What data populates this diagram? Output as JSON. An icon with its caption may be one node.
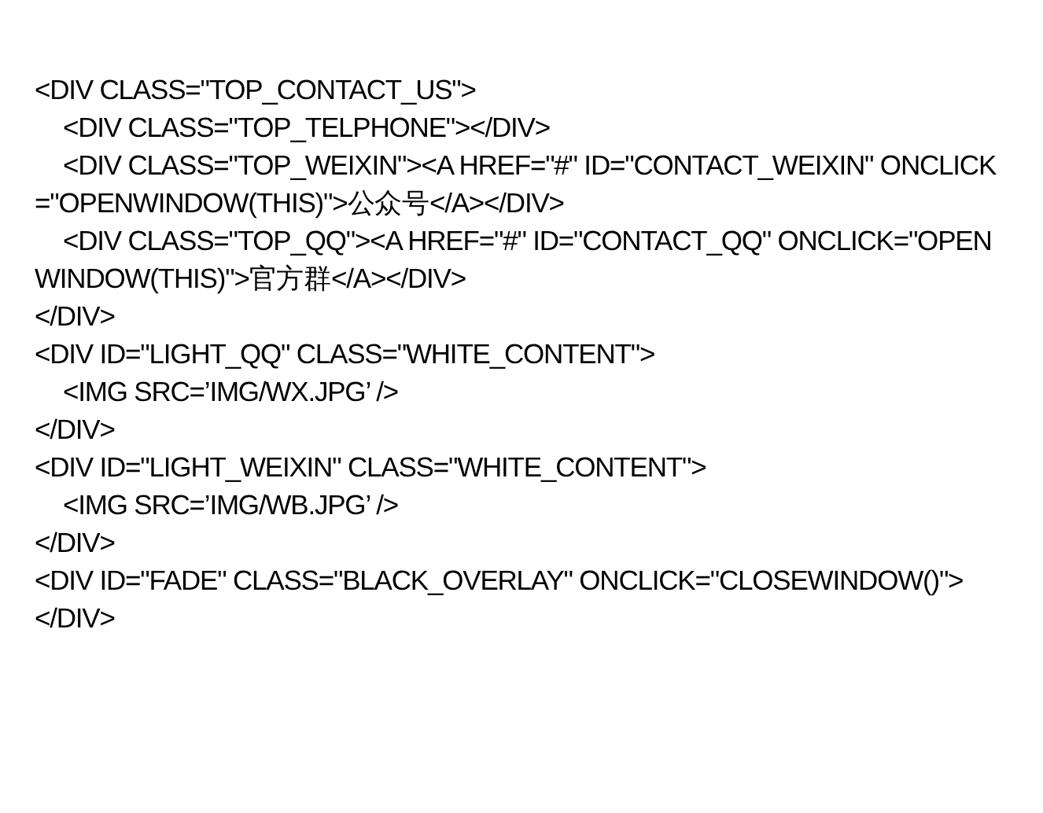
{
  "diagram": {
    "labels": [
      "<DIV CLASS=\"TOP_CONTACT_US\">",
      "<DIV CLASS=\"TOP_TELPHONE\"></DIV>",
      "<DIV CLASS=\"TOP_WEIXIN\"><A HREF=\"#\" ID=\"CONTACT_WEIXIN\" ONCLICK=\"OPENWINDOW(THIS)\">公众号</A></DIV>",
      "<DIV CLASS=\"TOP_QQ\"><A HREF=\"#\" ID=\"CONTACT_QQ\" ONCLICK=\"OPENWINDOW(THIS)\">官方群</A></DIV>",
      "</DIV>",
      "<DIV ID=\"LIGHT_QQ\" CLASS=\"WHITE_CONTENT\">",
      "<IMG SRC=’IMG/WX.JPG’ />",
      "</DIV>",
      "<DIV ID=\"LIGHT_WEIXIN\" CLASS=\"WHITE_CONTENT\">",
      "<IMG SRC=’IMG/WB.JPG’ />",
      "</DIV>",
      "<DIV ID=\"FADE\" CLASS=\"BLACK_OVERLAY\" ONCLICK=\"CLOSEWINDOW()\">",
      "</DIV>"
    ]
  }
}
